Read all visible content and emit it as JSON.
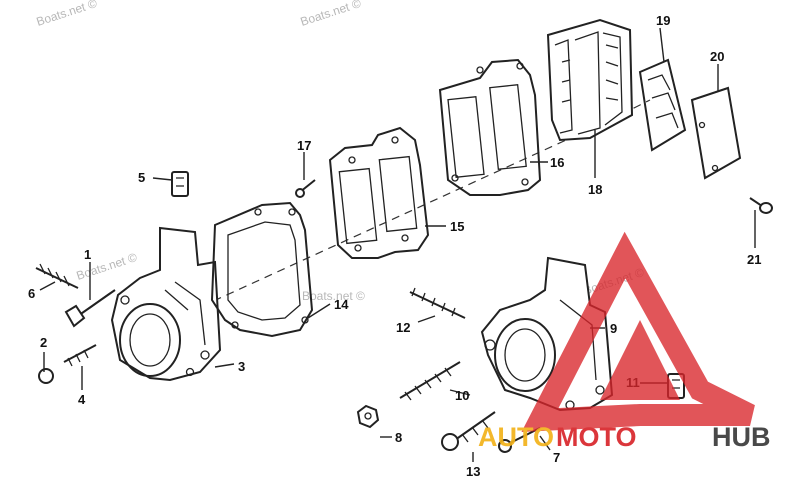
{
  "watermarks": [
    "Boats.net ©",
    "Boats.net ©",
    "Boats.net ©",
    "Boats.net ©",
    "Boats.net ©"
  ],
  "parts": [
    "1",
    "2",
    "3",
    "4",
    "5",
    "6",
    "7",
    "8",
    "9",
    "10",
    "11",
    "12",
    "13",
    "14",
    "15",
    "16",
    "17",
    "18",
    "19",
    "20",
    "21"
  ],
  "brand": {
    "part1": "AUTO",
    "part2": "MOTO",
    "part3": "HUB",
    "color_red": "#d8262b",
    "color_dark": "#3a3a3a",
    "color_gold": "#f2b21b"
  },
  "colors": {
    "line": "#222222",
    "background": "#ffffff",
    "watermark": "#b8b8b8"
  }
}
